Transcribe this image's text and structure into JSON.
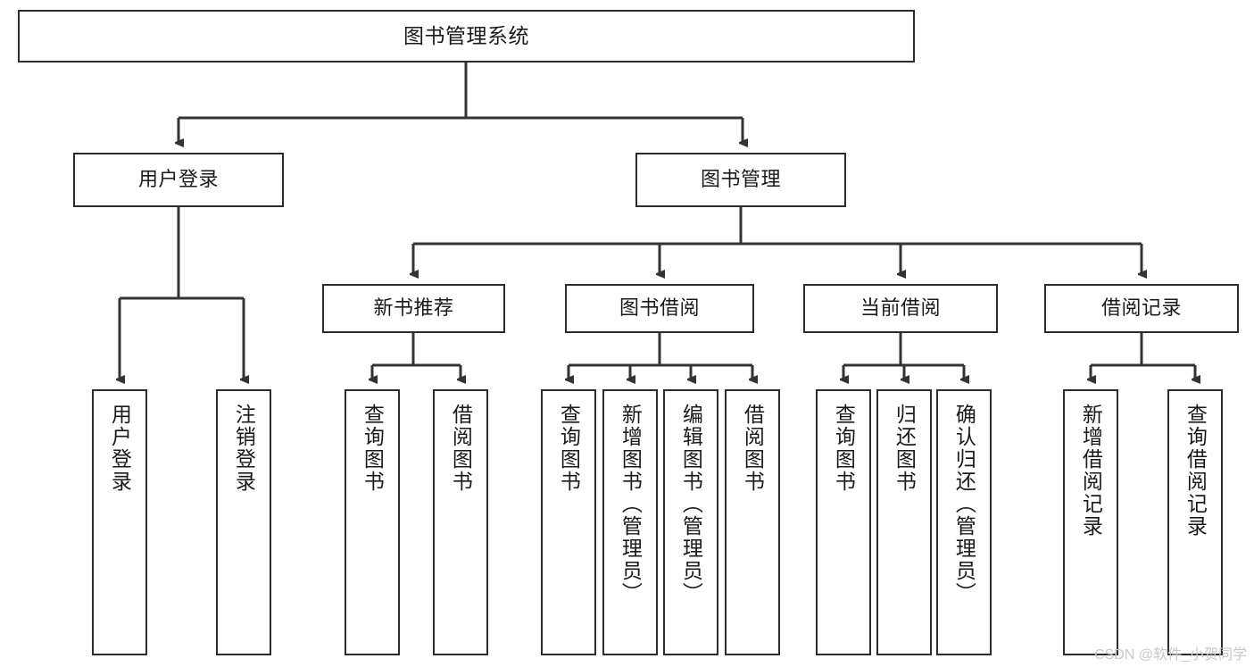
{
  "diagram": {
    "title": "图书管理系统",
    "type": "tree-hierarchy-chart",
    "colors": {
      "box_border": "#2b2b2b",
      "box_fill": "#ffffff",
      "line": "#333333",
      "text": "#1a1a1a",
      "watermark": "#c9c9c9",
      "background": "#ffffff"
    },
    "root": {
      "label": "图书管理系统"
    },
    "level2": [
      {
        "id": "user-login",
        "label": "用户登录"
      },
      {
        "id": "book-manage",
        "label": "图书管理"
      }
    ],
    "level3": [
      {
        "id": "new-book-recommend",
        "label": "新书推荐"
      },
      {
        "id": "book-borrow",
        "label": "图书借阅"
      },
      {
        "id": "current-borrow",
        "label": "当前借阅"
      },
      {
        "id": "borrow-record",
        "label": "借阅记录"
      }
    ],
    "leaves": {
      "user_login": [
        {
          "id": "leaf-user-login",
          "label": "用户登录"
        },
        {
          "id": "leaf-user-logout",
          "label": "注销登录"
        }
      ],
      "new_book_recommend": [
        {
          "id": "leaf-query-book-1",
          "label": "查询图书"
        },
        {
          "id": "leaf-borrow-book-1",
          "label": "借阅图书"
        }
      ],
      "book_borrow": [
        {
          "id": "leaf-query-book-2",
          "label": "查询图书"
        },
        {
          "id": "leaf-add-book",
          "label": "新增图书（管理员）"
        },
        {
          "id": "leaf-edit-book",
          "label": "编辑图书（管理员）"
        },
        {
          "id": "leaf-borrow-book-2",
          "label": "借阅图书"
        }
      ],
      "current_borrow": [
        {
          "id": "leaf-query-book-3",
          "label": "查询图书"
        },
        {
          "id": "leaf-return-book",
          "label": "归还图书"
        },
        {
          "id": "leaf-confirm-return",
          "label": "确认归还（管理员）"
        }
      ],
      "borrow_record": [
        {
          "id": "leaf-add-record",
          "label": "新增借阅记录"
        },
        {
          "id": "leaf-query-record",
          "label": "查询借阅记录"
        }
      ]
    },
    "watermark": "CSDN @软件_小贺同学"
  }
}
